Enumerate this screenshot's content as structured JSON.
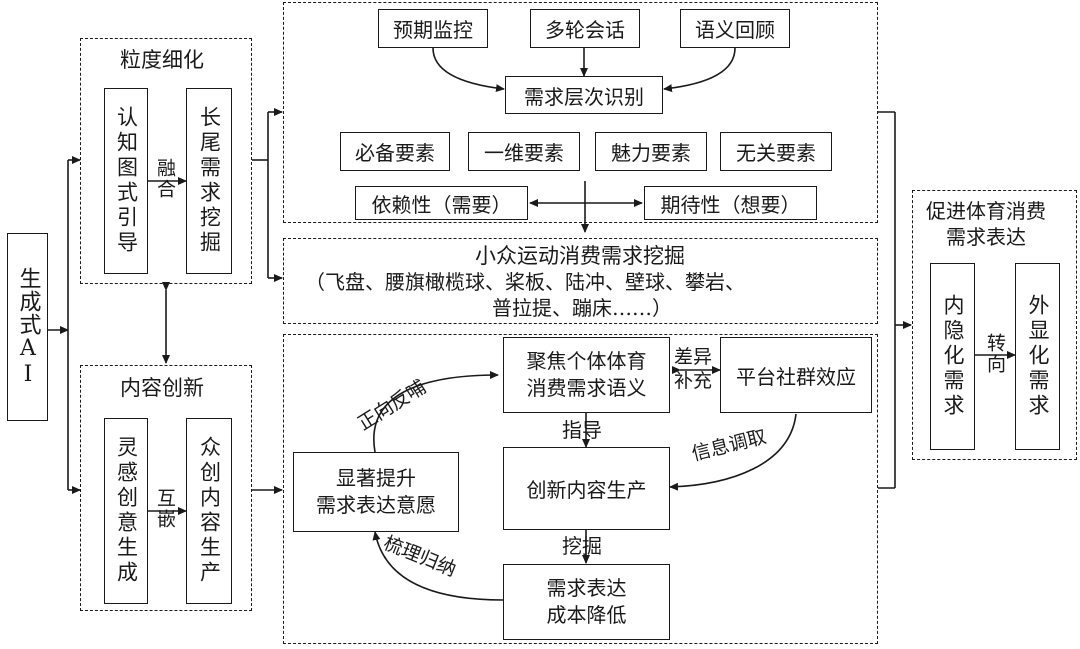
{
  "left": {
    "ai": "生成式AI"
  },
  "granularity": {
    "title": "粒度细化",
    "box1": "认知图式引导",
    "box2": "长尾需求挖掘",
    "link": "融合"
  },
  "content_innovation": {
    "title": "内容创新",
    "box1": "灵感创意生成",
    "box2": "众创内容生产",
    "link": "互嵌"
  },
  "top_panel": {
    "inputs": [
      "预期监控",
      "多轮会话",
      "语义回顾"
    ],
    "center": "需求层次识别",
    "elements": [
      "必备要素",
      "一维要素",
      "魅力要素",
      "无关要素"
    ],
    "dependency": "依赖性（需要）",
    "expectation": "期待性（想要）"
  },
  "middle_panel": {
    "title": "小众运动消费需求挖掘",
    "sports_line1": "（飞盘、腰旗橄榄球、桨板、陆冲、壁球、攀岩、",
    "sports_line2": "普拉提、蹦床……）"
  },
  "bottom_panel": {
    "focus": "聚焦个体体育\n消费需求语义",
    "platform": "平台社群效应",
    "diff": "差异\n补充",
    "guide": "指导",
    "innovate": "创新内容生产",
    "info": "信息调取",
    "dig": "挖掘",
    "cost": "需求表达\n成本降低",
    "sort": "梳理归纳",
    "promote": "显著提升\n需求表达意愿",
    "feedback": "正向反哺"
  },
  "right": {
    "title": "促进体育消费\n需求表达",
    "hidden": "内隐化需求",
    "turn": "转向",
    "explicit": "外显化需求"
  }
}
